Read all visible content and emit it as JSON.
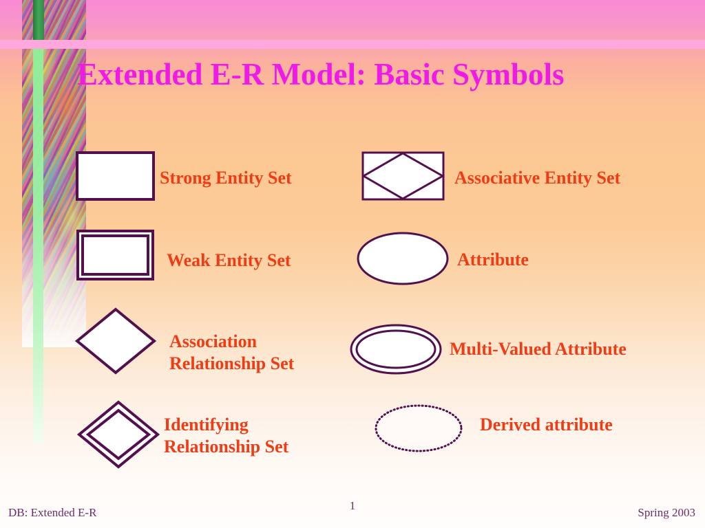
{
  "slide": {
    "title": "Extended E-R Model: Basic Symbols",
    "title_color": "#ef1ae8",
    "label_color": "#f03c14",
    "shape_stroke_color": "#53104f",
    "shape_fill_color": "#ffffff",
    "accent_bar_color": "#ffa8dd"
  },
  "symbols": {
    "left_column": [
      {
        "id": "strong-entity-set",
        "label": "Strong Entity Set",
        "shape": "rectangle"
      },
      {
        "id": "weak-entity-set",
        "label": "Weak Entity Set",
        "shape": "double-rectangle"
      },
      {
        "id": "association-relationship-set",
        "label_line1": "Association",
        "label_line2": "Relationship Set",
        "shape": "diamond"
      },
      {
        "id": "identifying-relationship-set",
        "label_line1": "Identifying",
        "label_line2": "Relationship Set",
        "shape": "double-diamond"
      }
    ],
    "right_column": [
      {
        "id": "associative-entity-set",
        "label": "Associative Entity Set",
        "shape": "diamond-in-rectangle"
      },
      {
        "id": "attribute",
        "label": "Attribute",
        "shape": "ellipse"
      },
      {
        "id": "multi-valued-attribute",
        "label": "Multi-Valued Attribute",
        "shape": "double-ellipse"
      },
      {
        "id": "derived-attribute",
        "label": "Derived attribute",
        "shape": "dotted-ellipse"
      }
    ]
  },
  "footer": {
    "left": "DB: Extended E-R",
    "page_number": "1",
    "right": "Spring 2003"
  }
}
